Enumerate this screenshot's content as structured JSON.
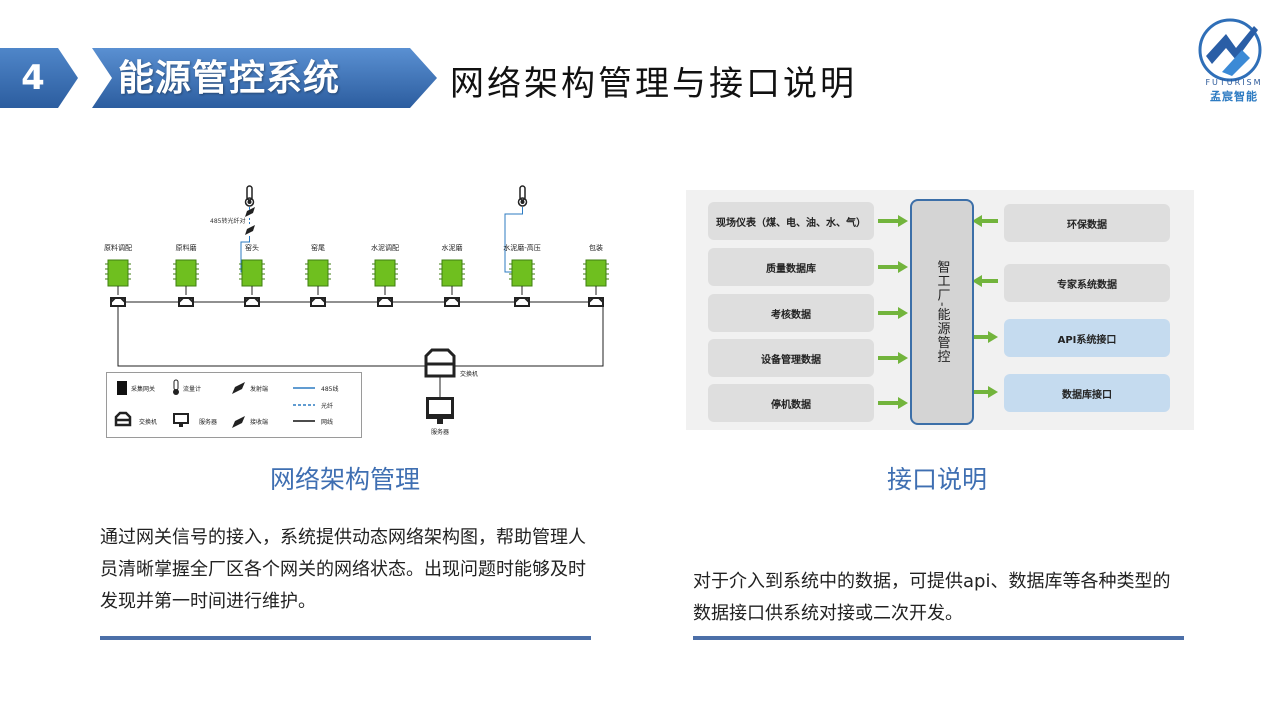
{
  "header": {
    "number": "4",
    "title": "能源管控系统",
    "subtitle": "网络架构管理与接口说明"
  },
  "logo": {
    "en": "FUTURISM",
    "cn": "孟宸智能"
  },
  "network": {
    "nodes": [
      "原料调配",
      "原料磨",
      "窑头",
      "窑尾",
      "水泥调配",
      "水泥磨",
      "水泥磨-高压",
      "包装"
    ],
    "fiber_label": "485转光纤对",
    "switch_label": "交换机",
    "server_label": "服务器",
    "legend": {
      "gateway": "采集网关",
      "flowmeter": "流量计",
      "transmitter": "发射端",
      "line485": "485线",
      "switch": "交换机",
      "server": "服务器",
      "receiver": "接收端",
      "fiber": "光纤",
      "network": "网线"
    }
  },
  "interface": {
    "left": [
      "现场仪表（煤、电、油、水、气）",
      "质量数据库",
      "考核数据",
      "设备管理数据",
      "停机数据"
    ],
    "center": "智工厂-能源管控",
    "right": [
      "环保数据",
      "专家系统数据",
      "API系统接口",
      "数据库接口"
    ]
  },
  "captions": {
    "left": "网络架构管理",
    "right": "接口说明"
  },
  "descriptions": {
    "left": "通过网关信号的接入，系统提供动态网络架构图，帮助管理人员清晰掌握全厂区各个网关的网络状态。出现问题时能够及时发现并第一时间进行维护。",
    "right": "对于介入到系统中的数据，可提供api、数据库等各种类型的数据接口供系统对接或二次开发。"
  },
  "colors": {
    "header_blue": "#3a6fb5",
    "gateway_green": "#6fbf1f",
    "arrow_green": "#72b43c",
    "caption_blue": "#3f6fb2",
    "rule_blue": "#4c6fa8"
  }
}
